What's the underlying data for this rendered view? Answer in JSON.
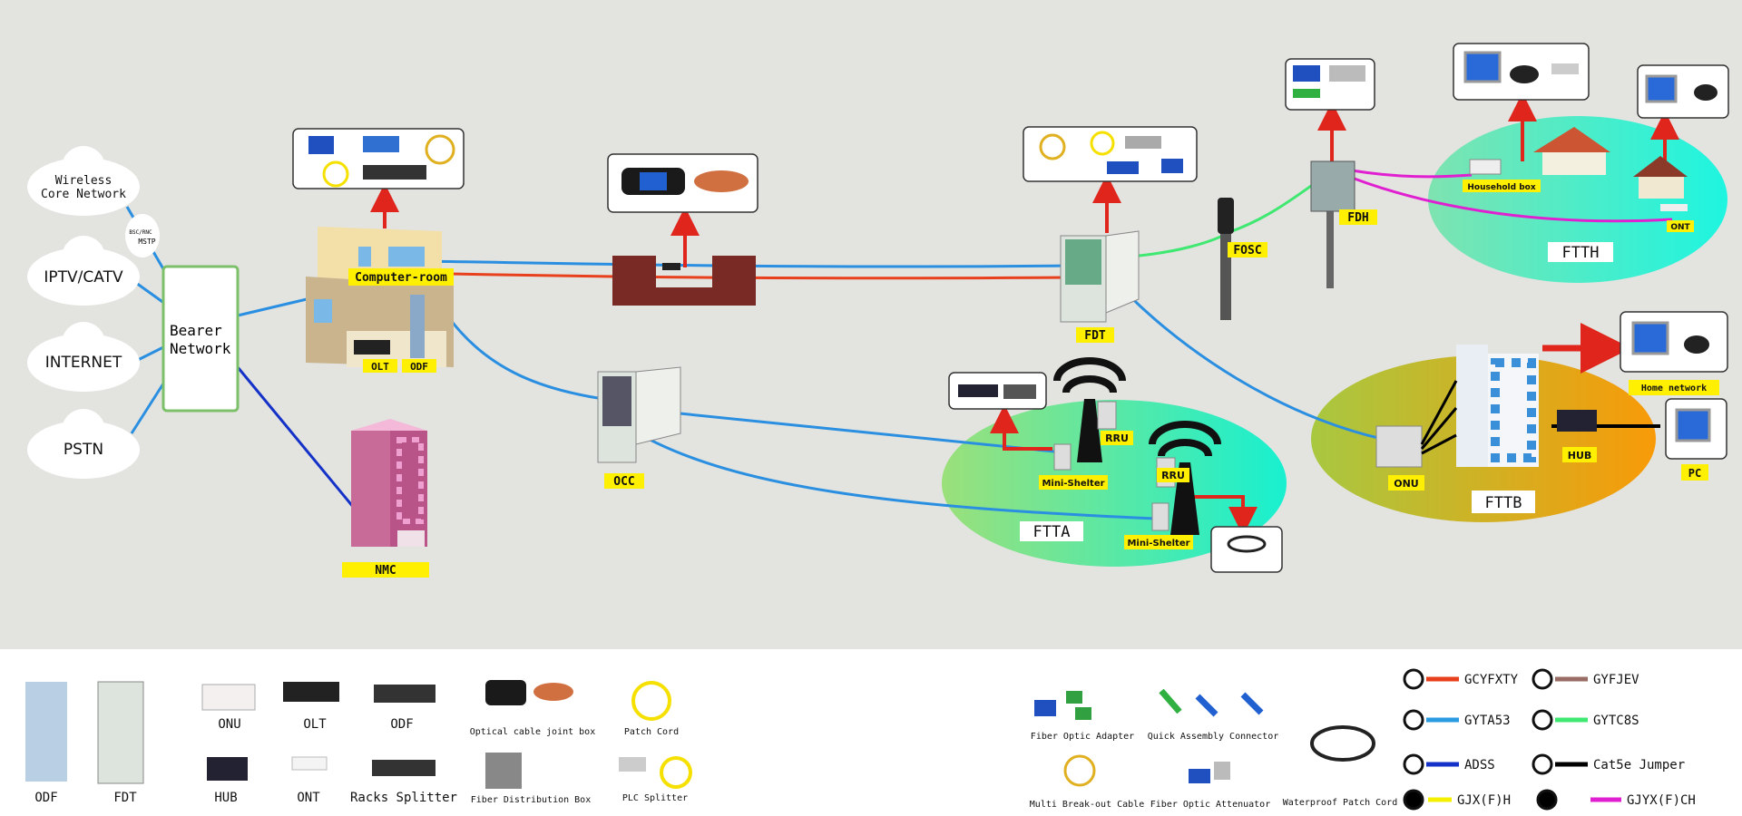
{
  "colors": {
    "background": "#e3e3e0",
    "label_bg": "#ffef00",
    "arrow": "#e0261c",
    "fiber_blue": "#2a8fe0",
    "adss_blue": "#1532c8",
    "gcyfxty": "#e8401c",
    "gyfjev": "#9a6c66",
    "gyta53": "#2a9be0",
    "gytc8s": "#3fe870",
    "adss": "#1532c8",
    "cat5e": "#000000",
    "gjxfh": "#f5f000",
    "gjyxfch": "#e020d0",
    "ftth_zone": "#3ef0c8",
    "ftta_zone": "#3ee8b0",
    "fttb_zone": "#f39a10"
  },
  "clouds": {
    "wireless": [
      "Wireless",
      "Core Network"
    ],
    "iptv": "IPTV/CATV",
    "internet": "INTERNET",
    "pstn": "PSTN"
  },
  "bsc": [
    "BSC/RNC",
    "MSTP"
  ],
  "bearer": [
    "Bearer",
    "Network"
  ],
  "labels": {
    "computer_room": "Computer-room",
    "olt": "OLT",
    "odf": "ODF",
    "nmc": "NMC",
    "occ": "OCC",
    "fdt": "FDT",
    "fosc": "FOSC",
    "fdh": "FDH",
    "household_box": "Household box",
    "ont": "ONT",
    "ftth": "FTTH",
    "rru1": "RRU",
    "rru2": "RRU",
    "mini_shelter1": "Mini-Shelter",
    "mini_shelter2": "Mini-Shelter",
    "ftta": "FTTA",
    "onu": "ONU",
    "fttb": "FTTB",
    "hub": "HUB",
    "home_network": "Home network",
    "pc": "PC"
  },
  "legend": {
    "equipment": [
      "ODF",
      "FDT",
      "ONU",
      "OLT",
      "ODF",
      "HUB",
      "ONT",
      "Racks Splitter",
      "Optical cable joint box",
      "Fiber Distribution Box",
      "Patch Cord",
      "PLC Splitter",
      "Fiber Optic Adapter",
      "Quick Assembly Connector",
      "Multi Break-out Cable",
      "Fiber Optic Attenuator",
      "Waterproof Patch Cord"
    ],
    "cables": [
      {
        "name": "GCYFXTY",
        "color": "#e8401c"
      },
      {
        "name": "GYFJEV",
        "color": "#9a6c66"
      },
      {
        "name": "GYTA53",
        "color": "#2a9be0"
      },
      {
        "name": "GYTC8S",
        "color": "#3fe870"
      },
      {
        "name": "ADSS",
        "color": "#1532c8"
      },
      {
        "name": "Cat5e Jumper",
        "color": "#000000"
      },
      {
        "name": "GJX(F)H",
        "color": "#f5f000"
      },
      {
        "name": "GJYX(F)CH",
        "color": "#e020d0"
      }
    ]
  }
}
